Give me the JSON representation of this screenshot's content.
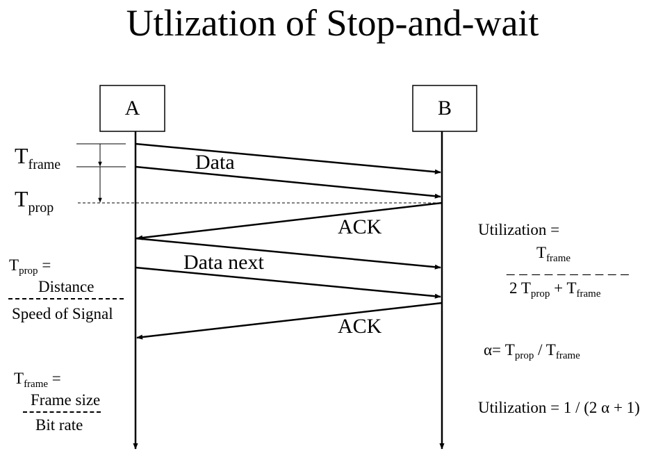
{
  "title": "Utlization of Stop-and-wait",
  "nodes": {
    "a": "A",
    "b": "B"
  },
  "messages": {
    "data": "Data",
    "ack1": "ACK",
    "data_next": "Data next",
    "ack2": "ACK"
  },
  "timing_labels": {
    "tframe": {
      "main": "T",
      "sub": "frame"
    },
    "tprop": {
      "main": "T",
      "sub": "prop"
    }
  },
  "tprop_formula": {
    "lhs_main": "T",
    "lhs_sub": "prop",
    "eq": " =",
    "numerator": "Distance",
    "denominator": "Speed of Signal"
  },
  "tframe_formula": {
    "lhs_main": "T",
    "lhs_sub": "frame",
    "eq": " =",
    "numerator": "Frame size",
    "denominator": "Bit rate"
  },
  "utilization": {
    "label": "Utilization =",
    "num_main": "T",
    "num_sub": "frame",
    "divider": "_ _ _ _ _ _ _ _ _ _",
    "den_prefix": "2 T",
    "den_sub1": "prop",
    "den_mid": " + T",
    "den_sub2": "frame"
  },
  "alpha": {
    "prefix": "α= T",
    "sub1": "prop",
    "mid": " / T",
    "sub2": "frame"
  },
  "utilization_alpha": "Utilization = 1 / (2 α + 1)"
}
